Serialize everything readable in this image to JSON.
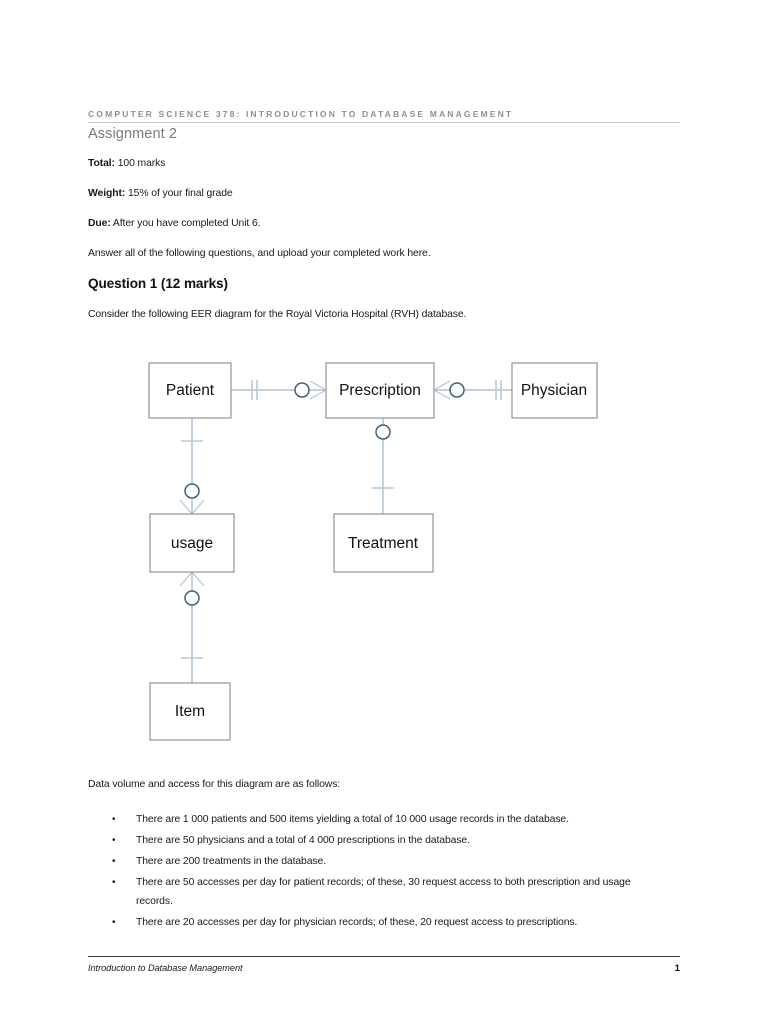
{
  "header": {
    "running_head": "COMPUTER SCIENCE 378: INTRODUCTION TO DATABASE MANAGEMENT",
    "title": "Assignment 2"
  },
  "meta": {
    "total_label": "Total:",
    "total_value": " 100 marks",
    "weight_label": "Weight:",
    "weight_value": " 15% of your final grade",
    "due_label": "Due:",
    "due_value": " After you have completed Unit 6.",
    "instruction": "Answer all of the following questions, and upload your completed work here."
  },
  "question": {
    "heading": "Question 1 (12 marks)",
    "prompt": "Consider the following EER diagram for the Royal Victoria Hospital (RVH) database."
  },
  "diagram": {
    "entities": [
      {
        "id": "patient",
        "label": "Patient"
      },
      {
        "id": "prescription",
        "label": "Prescription"
      },
      {
        "id": "physician",
        "label": "Physician"
      },
      {
        "id": "usage",
        "label": "usage"
      },
      {
        "id": "treatment",
        "label": "Treatment"
      },
      {
        "id": "item",
        "label": "Item"
      }
    ],
    "relationships": [
      {
        "from": "patient",
        "to": "prescription",
        "from_cardinality": "one-and-only-one",
        "to_cardinality": "zero-or-many"
      },
      {
        "from": "prescription",
        "to": "physician",
        "from_cardinality": "zero-or-many",
        "to_cardinality": "one-and-only-one"
      },
      {
        "from": "prescription",
        "to": "treatment",
        "from_cardinality": "zero-or-many",
        "to_cardinality": "one"
      },
      {
        "from": "patient",
        "to": "usage",
        "from_cardinality": "one",
        "to_cardinality": "zero-or-many"
      },
      {
        "from": "usage",
        "to": "item",
        "from_cardinality": "zero-or-many",
        "to_cardinality": "one"
      }
    ],
    "colors": {
      "box_stroke": "#8a8a8a",
      "line": "#9db4cc",
      "circle_stroke": "#3f5f80"
    }
  },
  "data_volume": {
    "intro": "Data volume and access for this diagram are as follows:",
    "bullets": [
      "There are 1 000 patients and 500 items yielding a total of 10 000 usage records in the database.",
      "There are 50 physicians and a total of 4 000 prescriptions in the database.",
      "There are 200 treatments in the database.",
      "There are 50 accesses per day for patient records; of these, 30 request access to both prescription and usage records.",
      "There are 20 accesses per day for physician records; of these, 20 request access to prescriptions."
    ],
    "bullet_glyph": "•"
  },
  "footer": {
    "course": "Introduction to Database Management",
    "page_number": "1"
  }
}
